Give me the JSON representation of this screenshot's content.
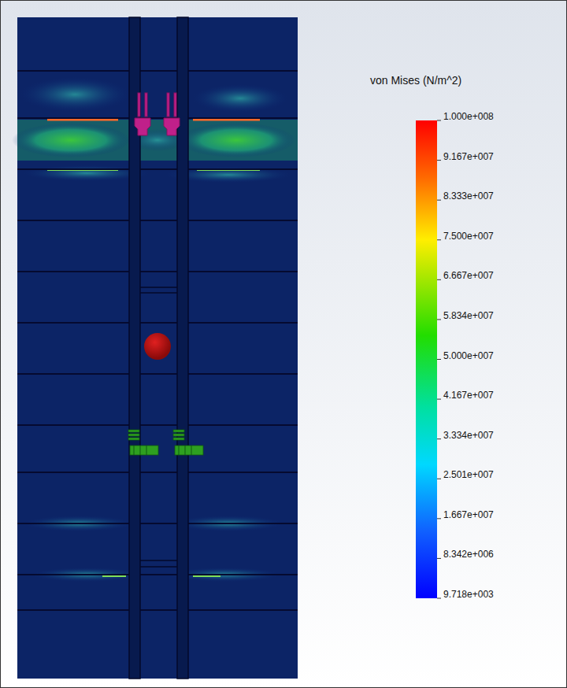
{
  "diagram": {
    "labels": [
      "von Mises (N/m^2)",
      "1.000e+008",
      "9.167e+007",
      "8.333e+007",
      "7.500e+007",
      "6.667e+007",
      "5.834e+007",
      "5.000e+007",
      "4.167e+007",
      "3.334e+007",
      "2.501e+007",
      "1.667e+007",
      "8.342e+006",
      "9.718e+003"
    ]
  }
}
